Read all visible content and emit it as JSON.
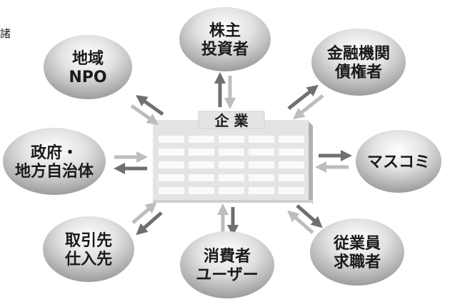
{
  "corner_fragment": "諸",
  "center": {
    "label": "企 業"
  },
  "stakeholders": [
    {
      "id": "shareholders",
      "lines": [
        "株主",
        "投資者"
      ]
    },
    {
      "id": "financial",
      "lines": [
        "金融機関",
        "債権者"
      ]
    },
    {
      "id": "media",
      "lines": [
        "マスコミ"
      ]
    },
    {
      "id": "employees",
      "lines": [
        "従業員",
        "求職者"
      ]
    },
    {
      "id": "consumers",
      "lines": [
        "消費者",
        "ユーザー"
      ]
    },
    {
      "id": "suppliers",
      "lines": [
        "取引先",
        "仕入先"
      ]
    },
    {
      "id": "government",
      "lines": [
        "政府・",
        "地方自治体"
      ]
    },
    {
      "id": "community",
      "lines": [
        "地域",
        "NPO"
      ]
    }
  ],
  "colors": {
    "arrow_dark": "#6f6f6f",
    "arrow_light": "#bdbdbd",
    "building_face": "#e3e3e3",
    "building_side": "#b4b4b4",
    "window": "#fafafa"
  }
}
